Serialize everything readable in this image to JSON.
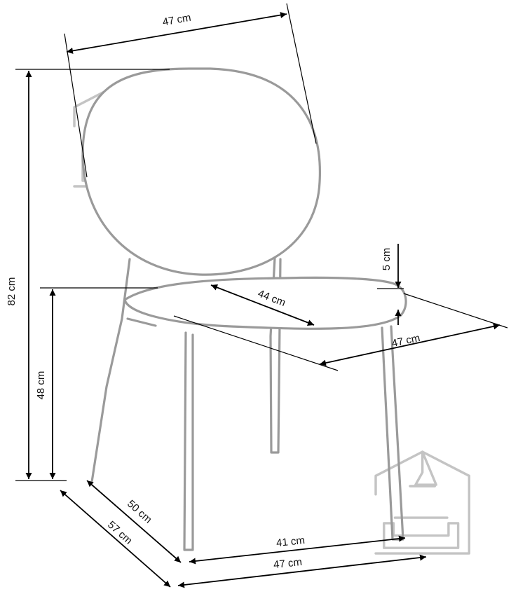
{
  "dimensions": {
    "backrest_width": "47 cm",
    "total_height": "82 cm",
    "seat_height": "48 cm",
    "seat_depth": "44 cm",
    "seat_thickness": "5 cm",
    "seat_width": "47 cm",
    "base_depth": "50 cm",
    "overall_depth": "57 cm",
    "base_width": "41 cm",
    "overall_width": "47 cm"
  },
  "colors": {
    "chair_outline": "#9a9a9a",
    "dimension_lines": "#000000",
    "watermark": "#c4c4c4"
  },
  "watermark_icon": "house-with-sofa-icon"
}
